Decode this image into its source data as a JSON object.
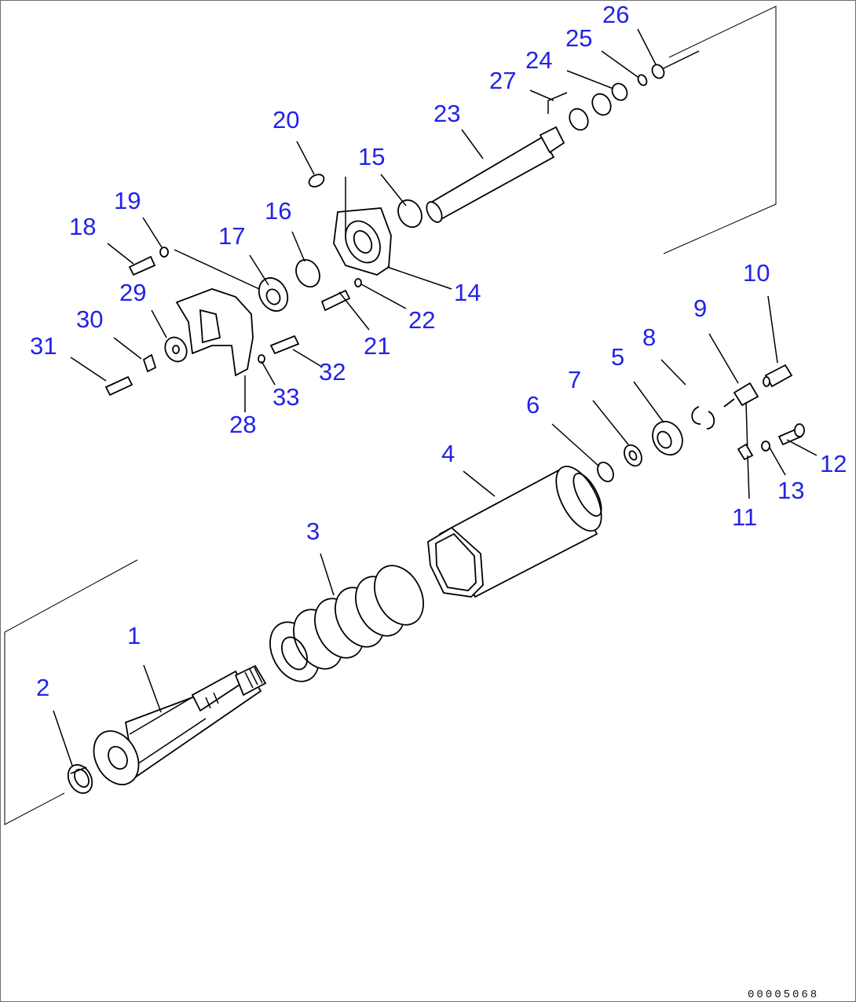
{
  "labels": {
    "1": "1",
    "2": "2",
    "3": "3",
    "4": "4",
    "5": "5",
    "6": "6",
    "7": "7",
    "8": "8",
    "9": "9",
    "10": "10",
    "11": "11",
    "12": "12",
    "13": "13",
    "14": "14",
    "15": "15",
    "16": "16",
    "17": "17",
    "18": "18",
    "19": "19",
    "20": "20",
    "21": "21",
    "22": "22",
    "23": "23",
    "24": "24",
    "25": "25",
    "26": "26",
    "27": "27",
    "28": "28",
    "29": "29",
    "30": "30",
    "31": "31",
    "32": "32",
    "33": "33"
  },
  "drawing_code": "00005068",
  "colors": {
    "label": "#2323e6",
    "line": "#000000",
    "frame": "#6d6d6d"
  }
}
